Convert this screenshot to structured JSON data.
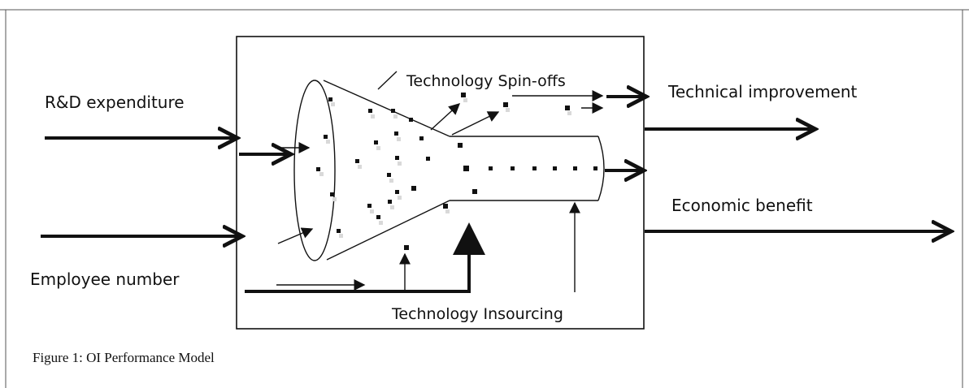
{
  "diagram": {
    "inputs": {
      "rd_expenditure": "R&D expenditure",
      "employee_number": "Employee number"
    },
    "outputs": {
      "technical_improvement": "Technical improvement",
      "economic_benefit": "Economic benefit"
    },
    "flows": {
      "technology_spin_offs": "Technology Spin-offs",
      "technology_insourcing": "Technology Insourcing"
    }
  },
  "caption": "Figure 1: OI Performance Model",
  "colors": {
    "ink": "#111111",
    "dot_dark": "#000000",
    "dot_light": "#d9d9d9"
  }
}
